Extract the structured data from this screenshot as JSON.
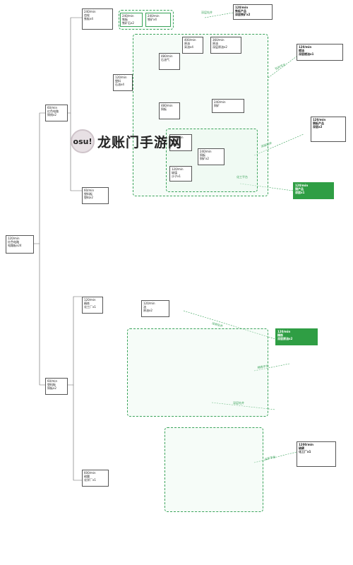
{
  "watermark": {
    "logo_text": "osu!",
    "site_text": "龙账门手游网"
  },
  "nodes": {
    "root": "120/min\n红色电路\n电路板x24",
    "n_sg": "60/min\n红色电路\n铜线x2",
    "n_pb": "60/min\n塑料板\n铜板x2",
    "n_gr1": "240/min\n齿轮\n铁板x4",
    "n_ir1": "240/min\n铁板\n铁矿石x2",
    "n_ore1": "240/min\n铁矿x4",
    "fin1": "120/min\n铁板产品\n深层铁矿x2",
    "n_pl": "60/min\n塑料板\n塑料x2",
    "n_pl2": "120/min\n塑料\n石油x4",
    "n_pg": "480/min\n石油气",
    "n_ol": "400/min\n原油\n采油x4",
    "n_gas": "360/min\n原油\n深层原油x2",
    "fin2": "120/min\n燃油\n深层燃油x1",
    "n_cu": "480/min\n铜板",
    "fin3": "120/min\n铜板产品\n深层x2",
    "n_ca": "240/min\n铜矿",
    "fin4": "120/min\n铜产品\n深层x1",
    "n_st": "120/min\n钢板\n铁板x2",
    "n_cu2": "240/min\n铜板\n铜矿x2",
    "n_gl": "120/min\n玻璃\n沙子x1",
    "n_ch": "120/min\n精炼\n化工厂x1",
    "n_fo": "120/min\n油\n原油x2",
    "fin5": "120/min\n精炼\n深层原油x2",
    "n_sc": "600/min\n硫酸\n化学厂x1",
    "n_sb": "1200/min\n硫磺\n化工厂x1"
  },
  "labels": {
    "l1": "深层钻井",
    "l2": "钻井平台",
    "l3": "深层钻井",
    "l4": "化工平台",
    "l5": "深层钻井",
    "l6": "精炼平台",
    "l7": "深层钻井",
    "l8": "采矿平台"
  }
}
